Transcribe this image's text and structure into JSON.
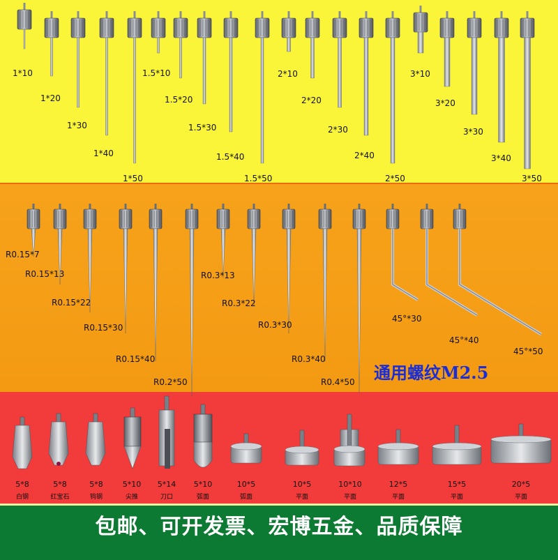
{
  "row1": {
    "labels": [
      "1*10",
      "1*20",
      "1*30",
      "1*40",
      "1*50",
      "1.5*10",
      "1.5*20",
      "1.5*30",
      "1.5*40",
      "1.5*50",
      "2*10",
      "2*20",
      "2*30",
      "2*40",
      "2*50",
      "3*10",
      "3*20",
      "3*30",
      "3*40",
      "3*50"
    ]
  },
  "row2": {
    "labels": [
      "R0.15*7",
      "R0.15*13",
      "R0.15*22",
      "R0.15*30",
      "R0.15*40",
      "R0.2*50",
      "R0.3*13",
      "R0.3*22",
      "R0.3*30",
      "R0.3*40",
      "R0.4*50",
      "45°*30",
      "45°*40",
      "45°*50"
    ],
    "thread_text": "通用螺纹M2.5"
  },
  "row3": {
    "sizes": [
      "5*8",
      "5*8",
      "5*8",
      "5*10",
      "5*14",
      "5*10",
      "10*5",
      "10*5",
      "10*10",
      "12*5",
      "15*5",
      "20*5"
    ],
    "captions": [
      "白钢",
      "红宝石",
      "钨钢",
      "尖推",
      "刀口",
      "弧面",
      "弧面",
      "平面",
      "平面",
      "平面",
      "平面",
      "平面"
    ]
  },
  "banner": {
    "text": "包邮、可开发票、宏博五金、品质保障"
  },
  "colors": {
    "band1": "#fbf53a",
    "band2": "#f7a21b",
    "band3": "#f23b3b",
    "band4": "#0c7a33",
    "accent_text": "#1b2ed6"
  }
}
